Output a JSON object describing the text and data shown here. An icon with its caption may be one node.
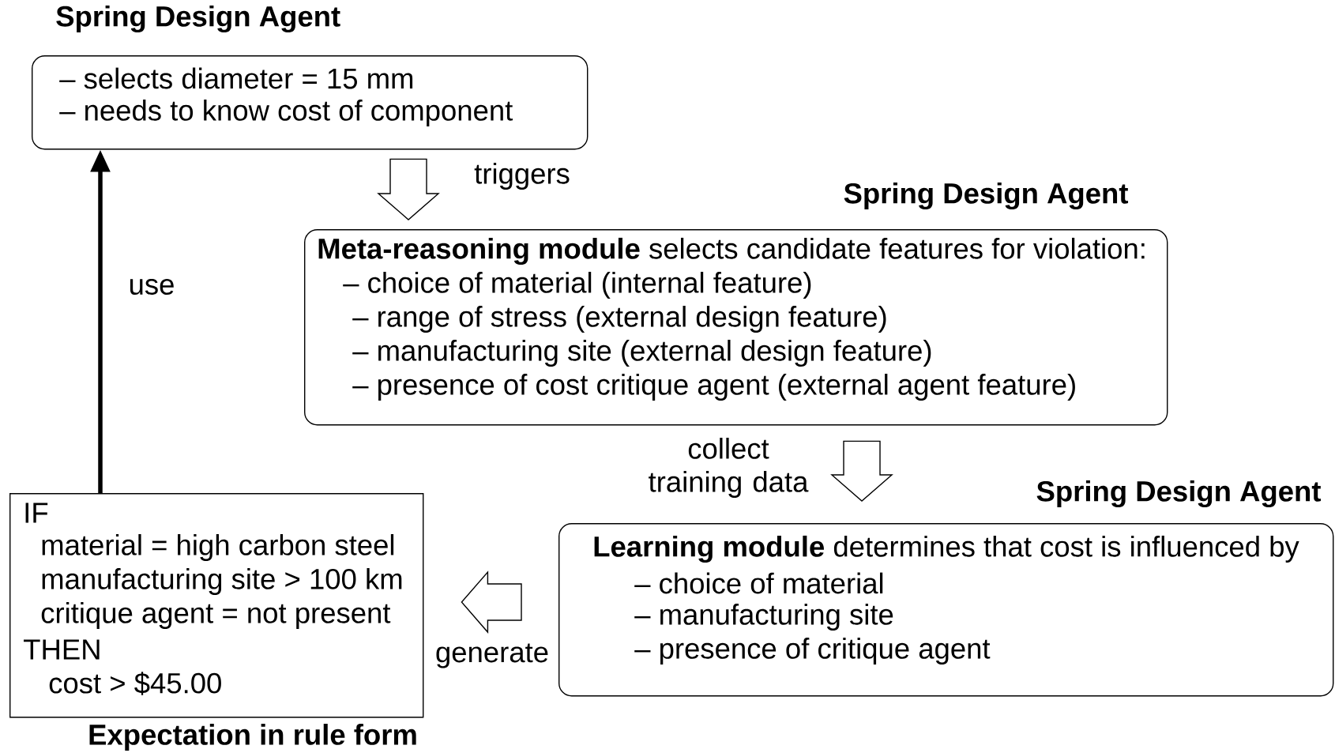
{
  "diagram": {
    "nodes": [
      {
        "text": [
          "Spring Design Agent",
          "– selects diameter = 15 mm",
          "– needs to know cost of component"
        ]
      },
      {
        "text": [
          "Spring Design Agent",
          "**Meta-reasoning module** selects candidate features for violation:",
          "– choice of material (internal feature)",
          "– range of stress (external design feature)",
          "– manufacturing site (external design feature)",
          "– presence of cost critique agent (external agent feature)"
        ]
      },
      {
        "text": [
          "Spring Design Agent",
          "**Learning module** determines that cost is influenced by",
          "– choice of material",
          "– manufacturing site",
          "– presence of critique agent"
        ]
      },
      {
        "text": [
          "IF",
          "material = high carbon steel",
          "manufacturing site > 100 km",
          "critique agent = not present",
          "THEN",
          "cost > $45.00",
          "Expectation in rule form"
        ]
      }
    ],
    "edges": [
      {
        "from": 0,
        "to": 1,
        "arrow": "to",
        "label": "triggers",
        "style": "thick"
      },
      {
        "from": 1,
        "to": 2,
        "arrow": "to",
        "label": "collect training data",
        "style": "thick"
      },
      {
        "from": 2,
        "to": 3,
        "arrow": "to",
        "label": "generate",
        "style": "thick"
      },
      {
        "from": 3,
        "to": 0,
        "arrow": "to",
        "label": "use"
      }
    ]
  }
}
